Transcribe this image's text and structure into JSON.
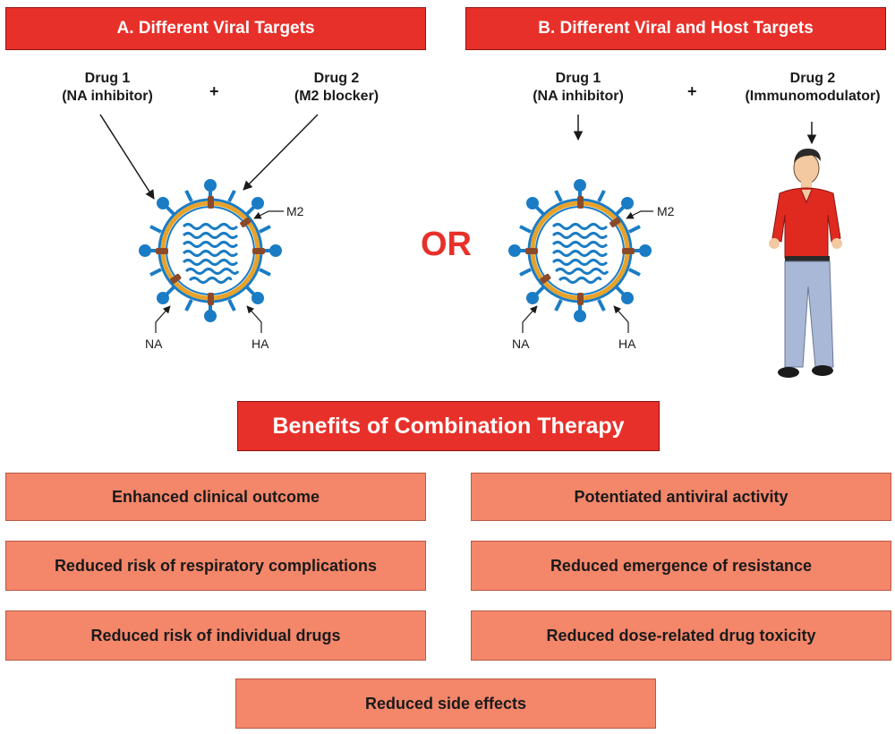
{
  "panel_a": {
    "title": "A. Different Viral Targets",
    "drug1": {
      "name": "Drug 1",
      "target": "(NA inhibitor)"
    },
    "plus": "+",
    "drug2": {
      "name": "Drug 2",
      "target": "(M2 blocker)"
    },
    "labels": {
      "m2": "M2",
      "na": "NA",
      "ha": "HA"
    }
  },
  "or_label": "OR",
  "panel_b": {
    "title": "B. Different Viral and Host Targets",
    "drug1": {
      "name": "Drug 1",
      "target": "(NA inhibitor)"
    },
    "plus": "+",
    "drug2": {
      "name": "Drug 2",
      "target": "(Immunomodulator)"
    },
    "labels": {
      "m2": "M2",
      "na": "NA",
      "ha": "HA"
    }
  },
  "benefits": {
    "title": "Benefits of Combination Therapy",
    "items": [
      "Enhanced clinical outcome",
      "Potentiated antiviral activity",
      "Reduced risk of respiratory complications",
      "Reduced emergence of resistance",
      "Reduced risk of individual drugs",
      "Reduced dose-related drug toxicity",
      "Reduced side effects"
    ]
  },
  "colors": {
    "header_red": "#e8302a",
    "benefit_salmon": "#f4866a",
    "virus_blue": "#1a7cc4",
    "envelope_orange": "#e8a22a",
    "m2_brown": "#8a4a2a"
  }
}
